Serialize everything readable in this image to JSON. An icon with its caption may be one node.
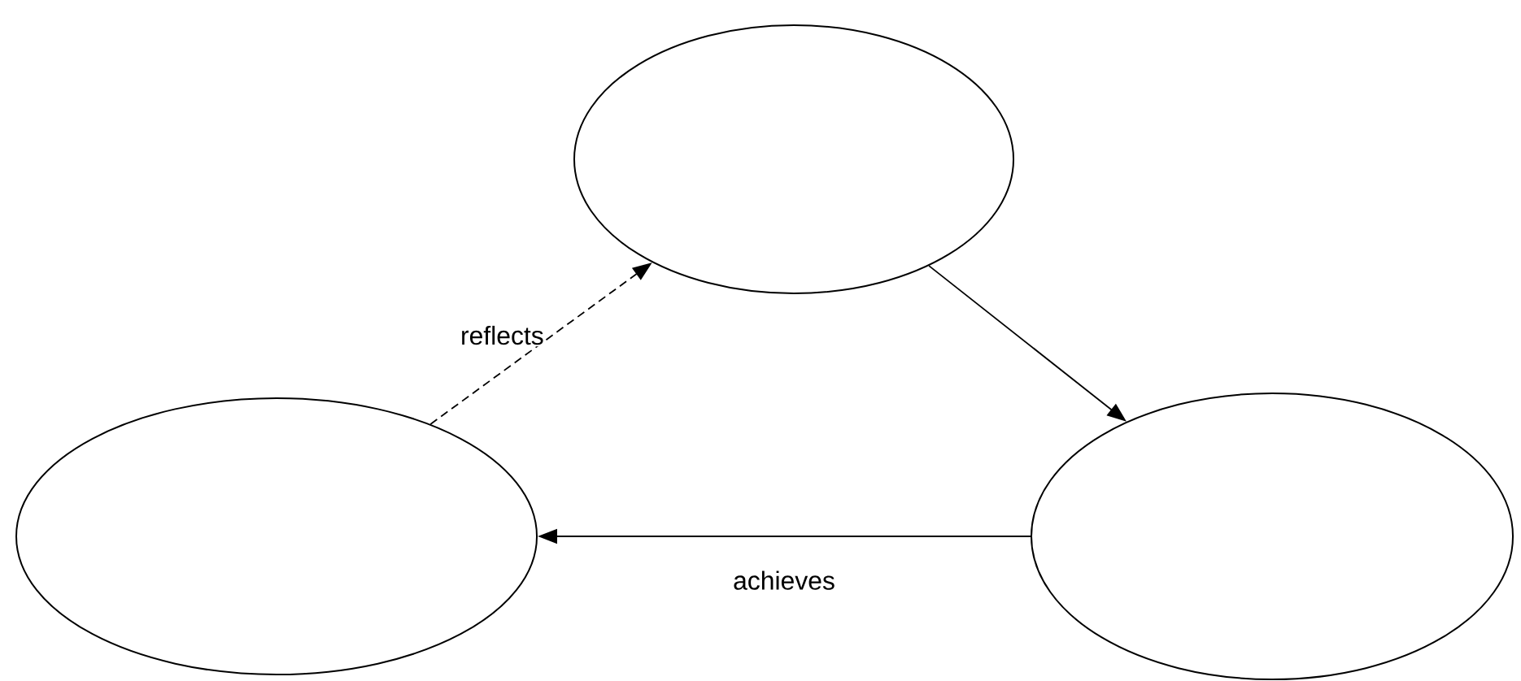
{
  "diagram": {
    "nodes": [
      {
        "text": [],
        "shape": "ellipse"
      },
      {
        "text": [],
        "shape": "ellipse"
      },
      {
        "text": [],
        "shape": "ellipse"
      }
    ],
    "edges": [
      {
        "from": 0,
        "to": 2,
        "arrow": "to"
      },
      {
        "from": 2,
        "to": 1,
        "arrow": "to",
        "label": "achieves"
      },
      {
        "from": 1,
        "to": 0,
        "arrow": "to",
        "label": "reflects",
        "style": "dashed"
      }
    ]
  }
}
